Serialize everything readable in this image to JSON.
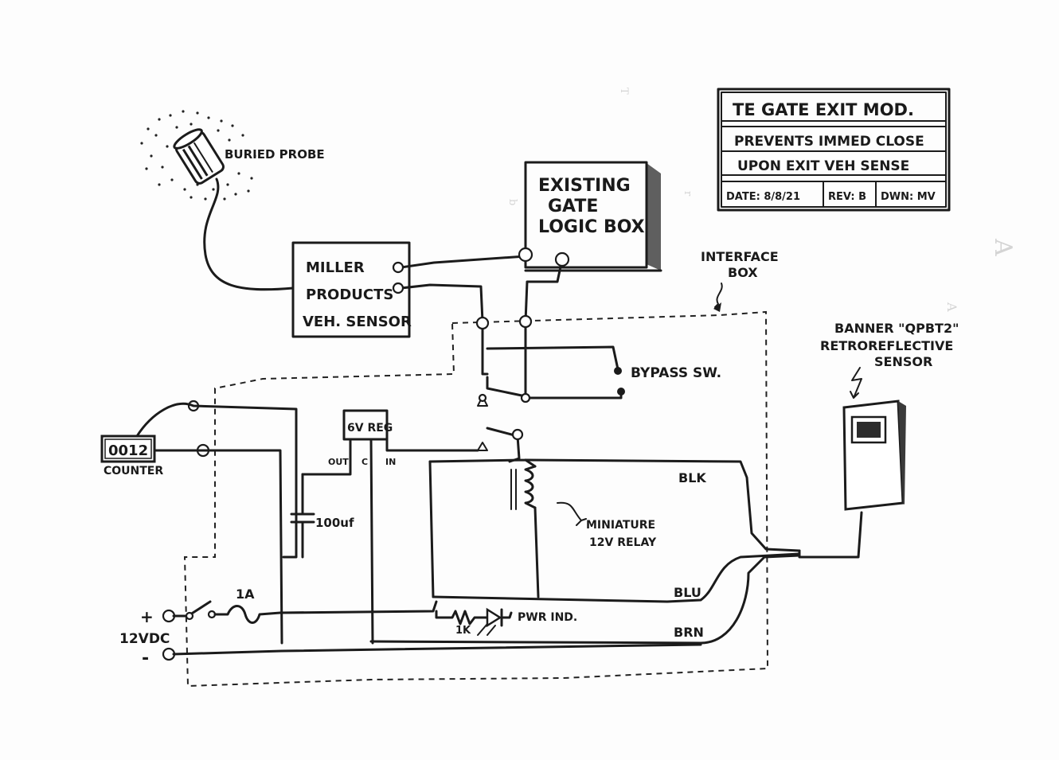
{
  "title_block": {
    "title": "TE GATE EXIT MOD.",
    "desc_line1": "PREVENTS IMMED CLOSE",
    "desc_line2": "UPON EXIT VEH SENSE",
    "date": "DATE: 8/8/21",
    "rev": "REV: B",
    "drawn": "DWN: MV"
  },
  "labels": {
    "buried_probe": "BURIED PROBE",
    "gate_logic_1": "EXISTING",
    "gate_logic_2": "GATE",
    "gate_logic_3": "LOGIC BOX",
    "miller_1": "MILLER",
    "miller_2": "PRODUCTS",
    "miller_3": "VEH. SENSOR",
    "interface_1": "INTERFACE",
    "interface_2": "BOX",
    "bypass": "BYPASS SW.",
    "banner_1": "BANNER \"QPBT2\"",
    "banner_2": "RETROREFLECTIVE",
    "banner_3": "SENSOR",
    "counter_value": "0012",
    "counter": "COUNTER",
    "regulator": "6V REG",
    "reg_out": "OUT",
    "reg_c": "C",
    "reg_in": "IN",
    "capacitor": "100uf",
    "relay_1": "MINIATURE",
    "relay_2": "12V RELAY",
    "blk": "BLK",
    "blu": "BLU",
    "brn": "BRN",
    "fuse": "1A",
    "resistor": "1K",
    "pwr_ind": "PWR IND.",
    "plus": "+",
    "minus": "-",
    "supply": "12VDC"
  },
  "colors": {
    "ink": "#1b1b1b",
    "paper": "#fdfdfd",
    "bleed": "#d4d4d4"
  }
}
